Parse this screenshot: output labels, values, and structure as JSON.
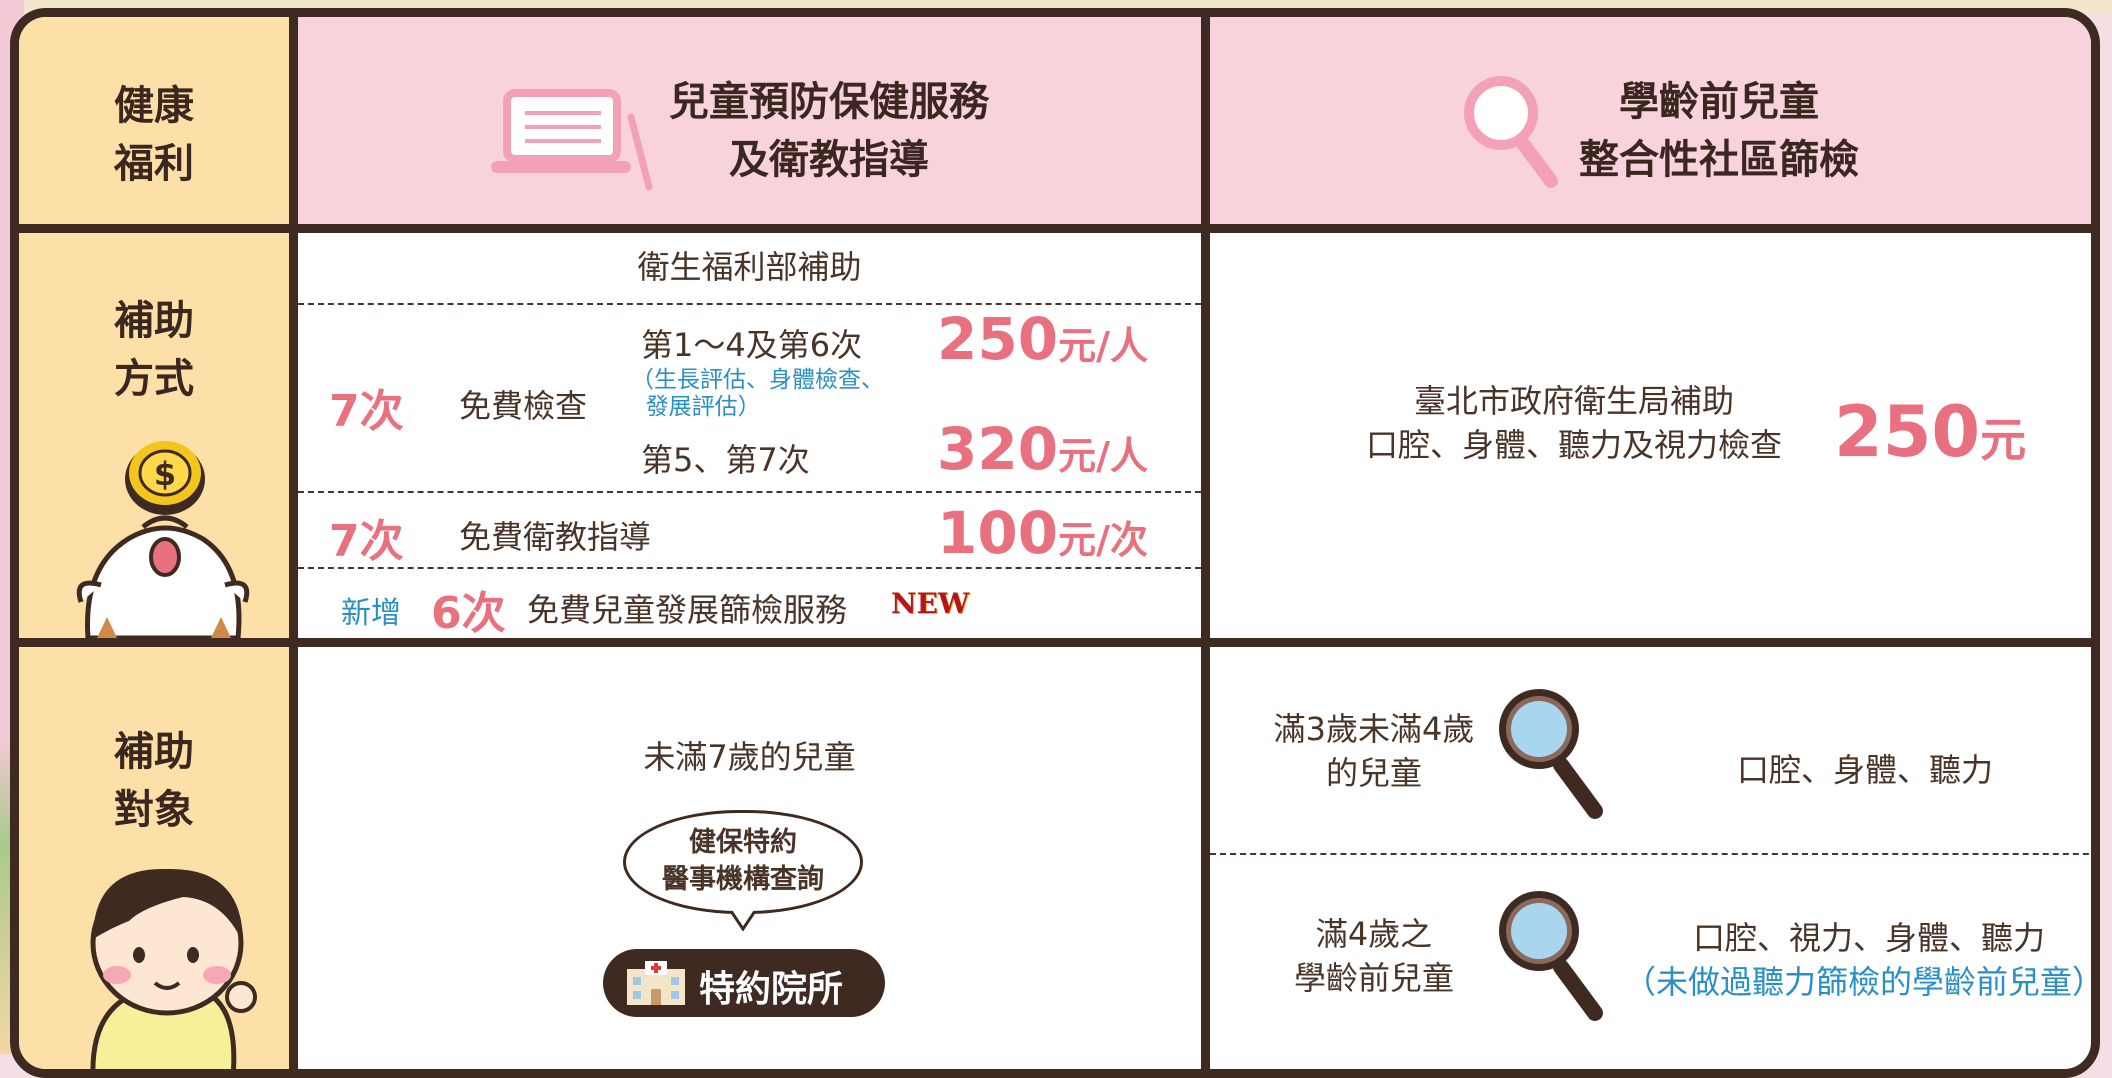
{
  "labels": {
    "welfare": "健康\n福利",
    "method": "補助\n方式",
    "target": "補助\n對象"
  },
  "col1": {
    "header": "兒童預防保健服務\n及衛教指導",
    "sponsor": "衛生福利部補助",
    "checkup_count": "7次",
    "checkup_label": "免費檢查",
    "visit_a": "第1～4及第6次",
    "visit_a_note": "（生長評估、身體檢查、\n  發展評估）",
    "visit_b": "第5、第7次",
    "price_a_num": "250",
    "price_a_unit": "元/人",
    "price_b_num": "320",
    "price_b_unit": "元/人",
    "edu_count": "7次",
    "edu_label": "免費衛教指導",
    "price_c_num": "100",
    "price_c_unit": "元/次",
    "new_prefix": "新增",
    "new_count": "6次",
    "new_label": "免費兒童發展篩檢服務",
    "new_badge": "NEW",
    "target": "未滿7歲的兒童",
    "bubble": "健保特約\n醫事機構查詢",
    "clinic_button": "特約院所"
  },
  "col2": {
    "header": "學齡前兒童\n整合性社區篩檢",
    "sponsor": "臺北市政府衛生局補助\n口腔、身體、聽力及視力檢查",
    "price_num": "250",
    "price_unit": "元",
    "target_a": "滿3歲未滿4歲\n的兒童",
    "target_a_items": "口腔、身體、聽力",
    "target_b": "滿4歲之\n學齡前兒童",
    "target_b_items": "口腔、視力、身體、聽力",
    "target_b_note": "（未做過聽力篩檢的學齡前兒童）"
  },
  "colors": {
    "border": "#3f2a22",
    "label_bg": "#fde0a8",
    "header_bg": "#f8d3dc",
    "price": "#e8707f",
    "note": "#2a8fc4"
  },
  "icons": {
    "coin": "dollar-coin-icon",
    "search": "magnifier-icon",
    "laptop": "laptop-icon",
    "hospital": "hospital-icon"
  }
}
